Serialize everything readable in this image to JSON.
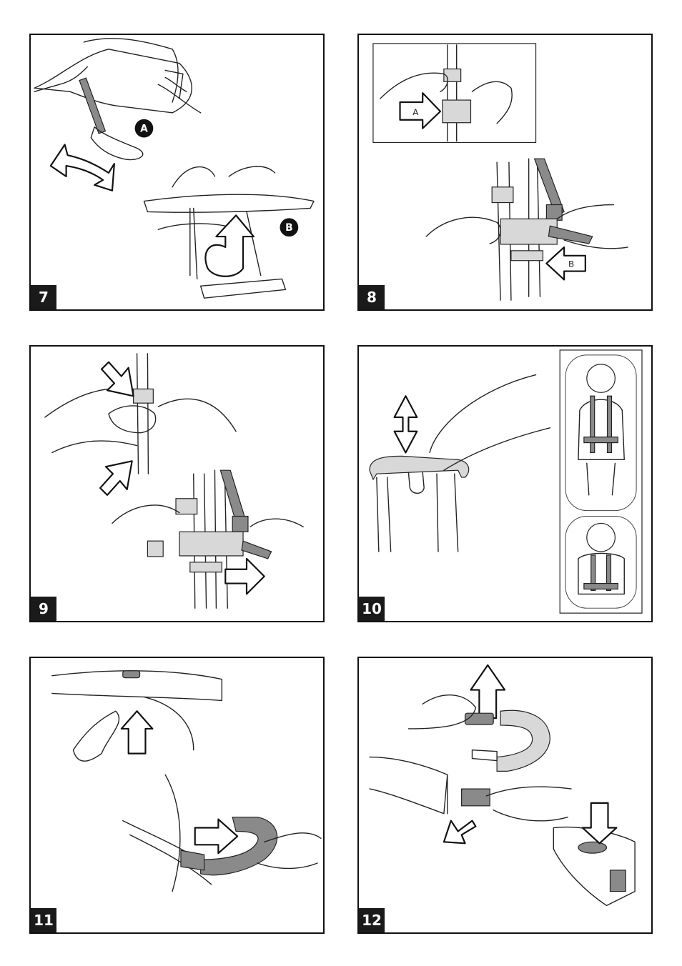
{
  "panels": [
    {
      "number": "7",
      "callouts": [
        "A",
        "B"
      ]
    },
    {
      "number": "8",
      "labels": [
        "A",
        "B"
      ]
    },
    {
      "number": "9"
    },
    {
      "number": "10"
    },
    {
      "number": "11"
    },
    {
      "number": "12"
    }
  ],
  "colors": {
    "ink": "#111111",
    "strap_grey": "#8a8a8a",
    "background": "#ffffff"
  }
}
